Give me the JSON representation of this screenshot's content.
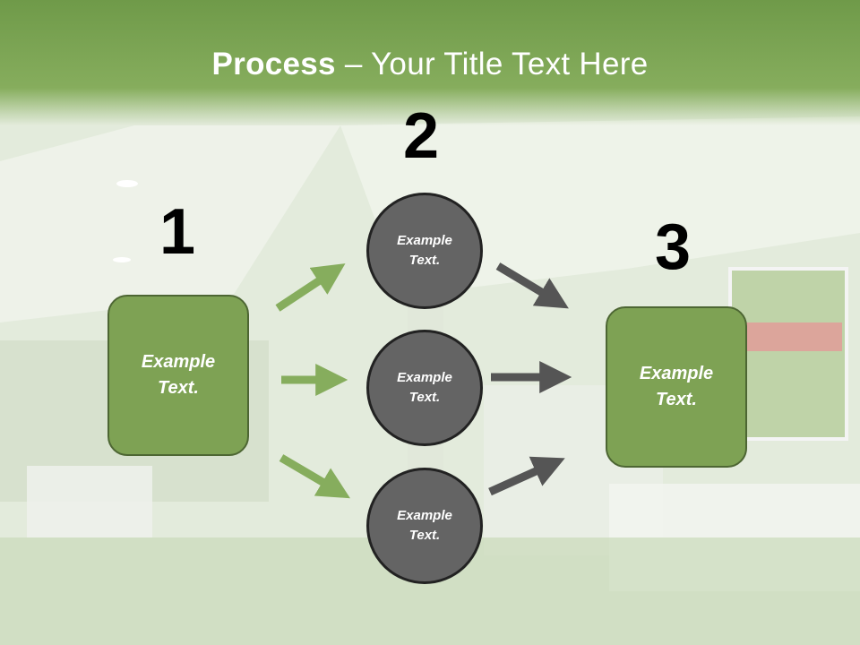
{
  "title": {
    "bold": "Process",
    "rest": " – Your Title Text Here"
  },
  "steps": [
    {
      "number": "1",
      "label": "Example\nText."
    },
    {
      "number": "2"
    },
    {
      "number": "3",
      "label": "Example\nText."
    }
  ],
  "circles": [
    {
      "label": "Example\nText."
    },
    {
      "label": "Example\nText."
    },
    {
      "label": "Example\nText."
    }
  ],
  "colors": {
    "green": "#7ea254",
    "gray": "#646464",
    "light_arrow": "#86ad5d",
    "dark_arrow": "#555555"
  }
}
